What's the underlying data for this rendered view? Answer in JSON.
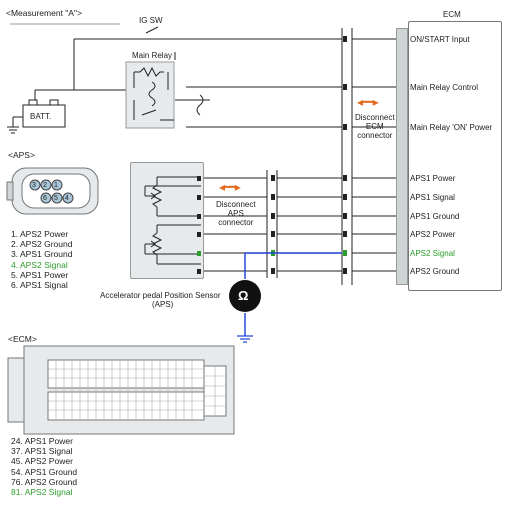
{
  "labels": {
    "measurement": "<Measurement \"A\">",
    "ig_sw": "IG SW",
    "main_relay": "Main Relay",
    "batt": "BATT.",
    "aps_section": "<APS>",
    "ecm_section": "<ECM>",
    "ecm_title": "ECM",
    "disconnect_ecm": [
      "Disconnect",
      "ECM",
      "connector"
    ],
    "disconnect_aps": [
      "Disconnect",
      "APS",
      "connector"
    ],
    "aps_sensor": [
      "Accelerator pedal Position Sensor",
      "(APS)"
    ],
    "ohm_symbol": "Ω"
  },
  "aps_connector_pins_top": [
    "3",
    "2",
    "1"
  ],
  "aps_connector_pins_bottom": [
    "6",
    "5",
    "4"
  ],
  "aps_pins": [
    {
      "text": "1. APS2 Power",
      "highlight": false
    },
    {
      "text": "2. APS2 Ground",
      "highlight": false
    },
    {
      "text": "3. APS1 Ground",
      "highlight": false
    },
    {
      "text": "4. APS2 Signal",
      "highlight": true
    },
    {
      "text": "5. APS1 Power",
      "highlight": false
    },
    {
      "text": "6. APS1 Signal",
      "highlight": false
    }
  ],
  "ecm_terminals": [
    {
      "text": "ON/START Input",
      "highlight": false
    },
    {
      "text": "Main Relay Control",
      "highlight": false
    },
    {
      "text": "Main Relay 'ON' Power",
      "highlight": false
    },
    {
      "text": "APS1 Power",
      "highlight": false
    },
    {
      "text": "APS1 Signal",
      "highlight": false
    },
    {
      "text": "APS1 Ground",
      "highlight": false
    },
    {
      "text": "APS2 Power",
      "highlight": false
    },
    {
      "text": "APS2 Signal",
      "highlight": true
    },
    {
      "text": "APS2 Ground",
      "highlight": false
    }
  ],
  "ecm_pins": [
    {
      "text": "24. APS1 Power",
      "highlight": false
    },
    {
      "text": "37. APS1 Signal",
      "highlight": false
    },
    {
      "text": "45. APS2 Power",
      "highlight": false
    },
    {
      "text": "54. APS1 Ground",
      "highlight": false
    },
    {
      "text": "76. APS2 Ground",
      "highlight": false
    },
    {
      "text": "81. APS2 Signal",
      "highlight": true
    }
  ],
  "colors": {
    "highlight": "#2a9d2a",
    "probe_wire": "#1a3fd6",
    "arrow": "#e56b1f",
    "panel": "#e6eaec"
  }
}
